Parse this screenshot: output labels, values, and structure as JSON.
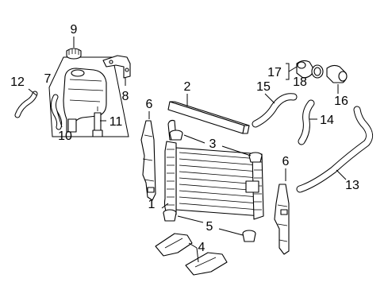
{
  "diagram": {
    "callouts": {
      "c1": "1",
      "c2": "2",
      "c3": "3",
      "c4": "4",
      "c5": "5",
      "c6a": "6",
      "c6b": "6",
      "c7": "7",
      "c8": "8",
      "c9": "9",
      "c10": "10",
      "c11": "11",
      "c12": "12",
      "c13": "13",
      "c14": "14",
      "c15": "15",
      "c16": "16",
      "c17": "17",
      "c18": "18"
    }
  }
}
